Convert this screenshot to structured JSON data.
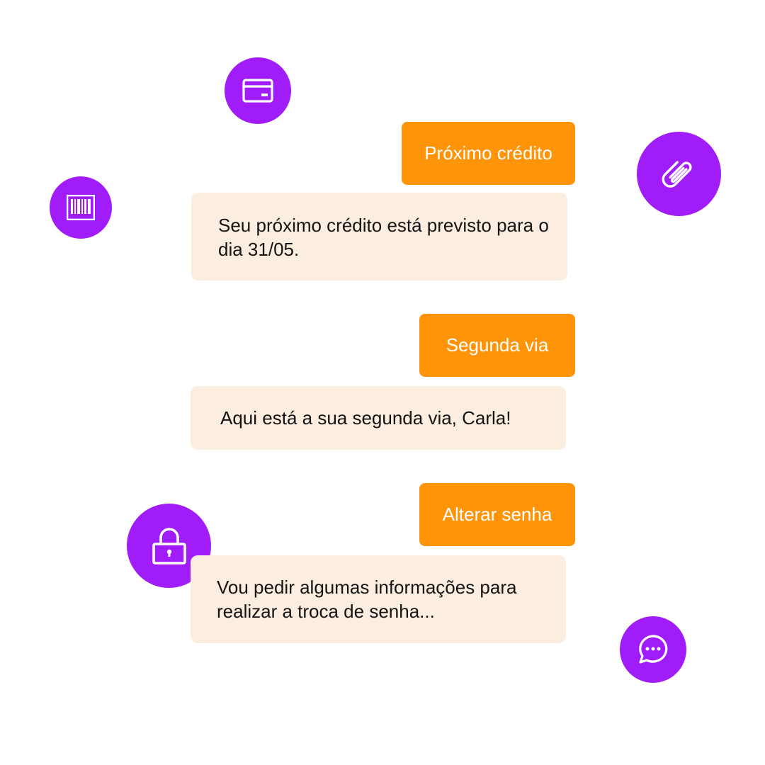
{
  "colors": {
    "accent_purple": "#a01cf9",
    "user_bubble": "#ff9408",
    "bot_bubble": "#fbeee0",
    "bot_text": "#141414",
    "user_text": "#ffffff"
  },
  "icons": {
    "card": "credit-card-icon",
    "clip": "paperclip-icon",
    "barcode": "barcode-icon",
    "lock": "lock-icon",
    "chat": "chat-bubble-icon"
  },
  "conversation": [
    {
      "user": "Próximo crédito",
      "bot": "Seu próximo crédito está previsto para o dia 31/05."
    },
    {
      "user": "Segunda via",
      "bot": "Aqui está a sua segunda via, Carla!"
    },
    {
      "user": "Alterar senha",
      "bot": "Vou pedir algumas informações para realizar a troca de senha..."
    }
  ]
}
